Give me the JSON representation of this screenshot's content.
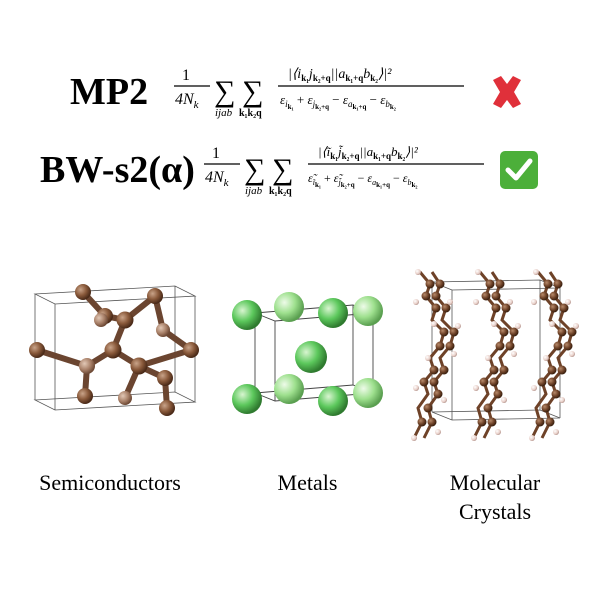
{
  "methods": [
    {
      "label": "MP2",
      "prefactor_num": "1",
      "prefactor_den": "4N",
      "prefactor_den_sub": "k",
      "sum1_sub": "ijab",
      "sum2_sub": "k₁k₂q",
      "numerator": "|⟨i_k₁ j_k₂+q||a_k₁+q b_k₂⟩|²",
      "denominator": "ε_i_k₁ + ε_j_k₂+q − ε_a_k₁+q − ε_b_k₂",
      "status": "cross-mark",
      "status_color": "#e0303a"
    },
    {
      "label": "BW-s2(α)",
      "prefactor_num": "1",
      "prefactor_den": "4N",
      "prefactor_den_sub": "k",
      "sum1_sub": "ijab",
      "sum2_sub": "k₁k₂q",
      "numerator": "|⟨ĩ_k₁ j̃_k₂+q||a_k₁+q b_k₂⟩|²",
      "denominator": "ε̃_ĩ_k₁ + ε̃_j̃_k₂+q − ε_a_k₁+q − ε_b_k₂",
      "status": "check-mark",
      "status_color": "#4caf3a"
    }
  ],
  "structures": [
    {
      "name": "Semiconductors",
      "atom_color": "#8a5a3b"
    },
    {
      "name": "Metals",
      "atom_color": "#5cc85c"
    },
    {
      "name": "Molecular\nCrystals",
      "atom_color": "#7a4a2e"
    }
  ],
  "captions": {
    "semiconductors": "Semiconductors",
    "metals": "Metals",
    "molecular_line1": "Molecular",
    "molecular_line2": "Crystals"
  }
}
